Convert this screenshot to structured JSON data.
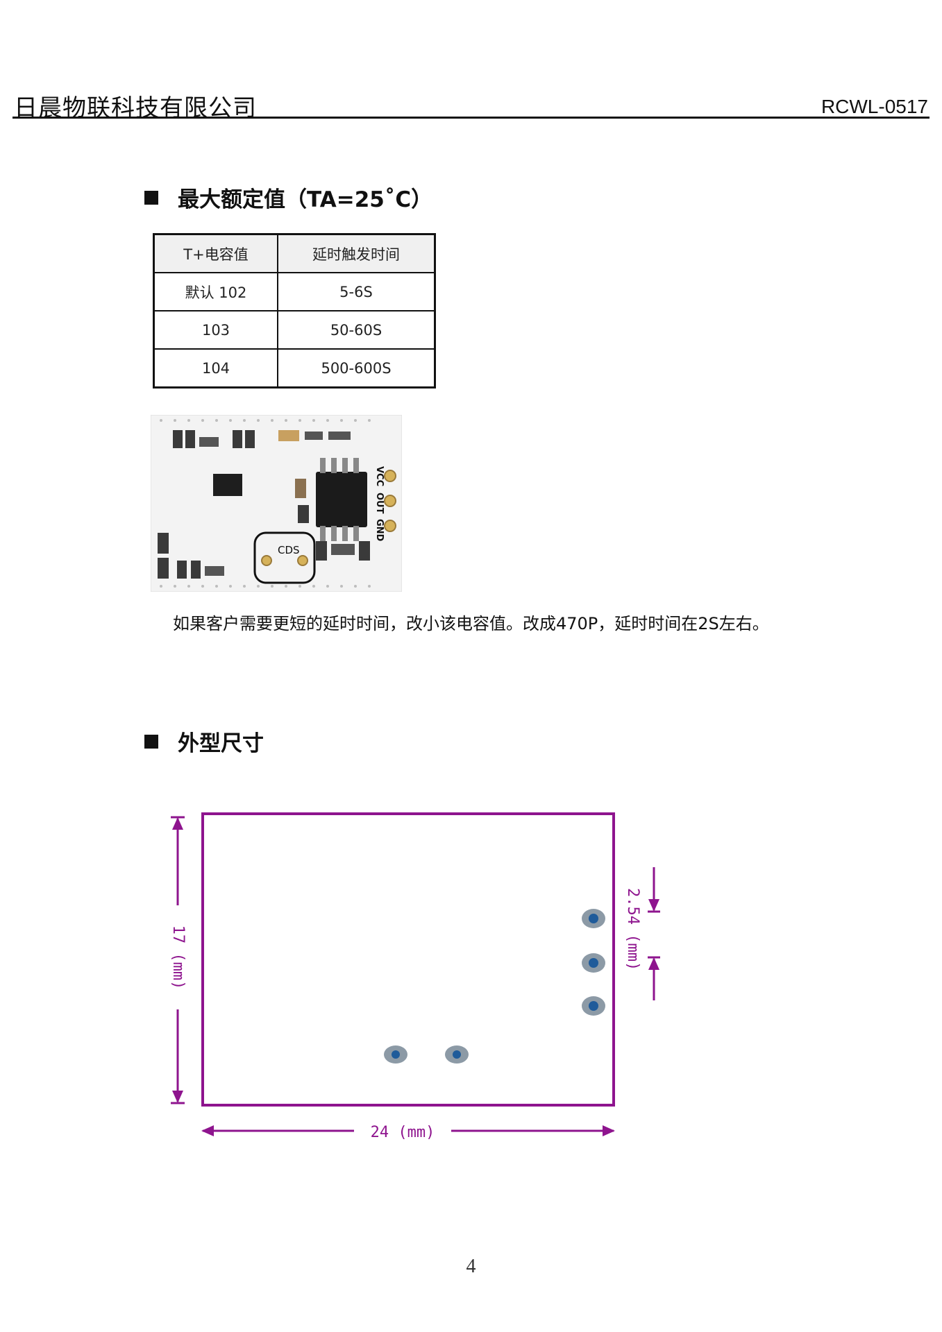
{
  "header": {
    "company": "日晨物联科技有限公司",
    "model": "RCWL-0517"
  },
  "section1": {
    "title": "最大额定值（TA=25˚C）",
    "table": {
      "headers": [
        "T+电容值",
        "延时触发时间"
      ],
      "rows": [
        [
          "默认 102",
          "5-6S"
        ],
        [
          "103",
          "50-60S"
        ],
        [
          "104",
          "500-600S"
        ]
      ]
    },
    "pcb": {
      "pin_labels": [
        "VCC",
        "OUT",
        "GND"
      ],
      "cds_label": "CDS"
    },
    "paragraph": "如果客户需要更短的延时时间，改小该电容值。改成470P，延时时间在2S左右。"
  },
  "section2": {
    "title": "外型尺寸",
    "dimensions": {
      "height_label": "17 (mm)",
      "pitch_label": "2.54 (mm)",
      "width_label": "24 (mm)",
      "outline_color": "#8e148e"
    }
  },
  "page_number": "4"
}
